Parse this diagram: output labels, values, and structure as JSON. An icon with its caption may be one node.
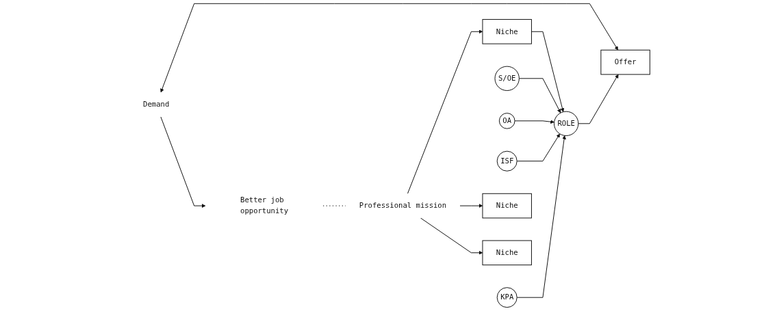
{
  "diagram": {
    "nodes": [
      {
        "text": [
          "Better job opportunity"
        ]
      },
      {
        "text": [
          "Demand"
        ]
      },
      {
        "text": [
          "S/OE"
        ]
      },
      {
        "text": [
          "OA"
        ]
      },
      {
        "text": [
          "Professional mission"
        ]
      },
      {
        "text": [
          "Niche"
        ]
      },
      {
        "text": [
          "ROLE"
        ]
      },
      {
        "text": [
          "Offer"
        ]
      },
      {
        "text": [
          "ISF"
        ]
      },
      {
        "text": [
          "KPA"
        ]
      },
      {
        "text": [
          "Niche"
        ]
      },
      {
        "text": [
          "Niche"
        ]
      }
    ],
    "edges": [
      {
        "from": 1,
        "to": 0,
        "arrow": "to"
      },
      {
        "from": 0,
        "to": 4,
        "arrow": "none",
        "style": "dashed"
      },
      {
        "from": 1,
        "to": 7,
        "arrow": "both"
      },
      {
        "from": 4,
        "to": 5,
        "arrow": "to"
      },
      {
        "from": 4,
        "to": 10,
        "arrow": "to"
      },
      {
        "from": 4,
        "to": 11,
        "arrow": "to"
      },
      {
        "from": 5,
        "to": 6,
        "arrow": "to"
      },
      {
        "from": 2,
        "to": 6,
        "arrow": "to"
      },
      {
        "from": 3,
        "to": 6,
        "arrow": "to"
      },
      {
        "from": 8,
        "to": 6,
        "arrow": "to"
      },
      {
        "from": 9,
        "to": 6,
        "arrow": "to"
      },
      {
        "from": 6,
        "to": 7,
        "arrow": "to"
      }
    ]
  }
}
